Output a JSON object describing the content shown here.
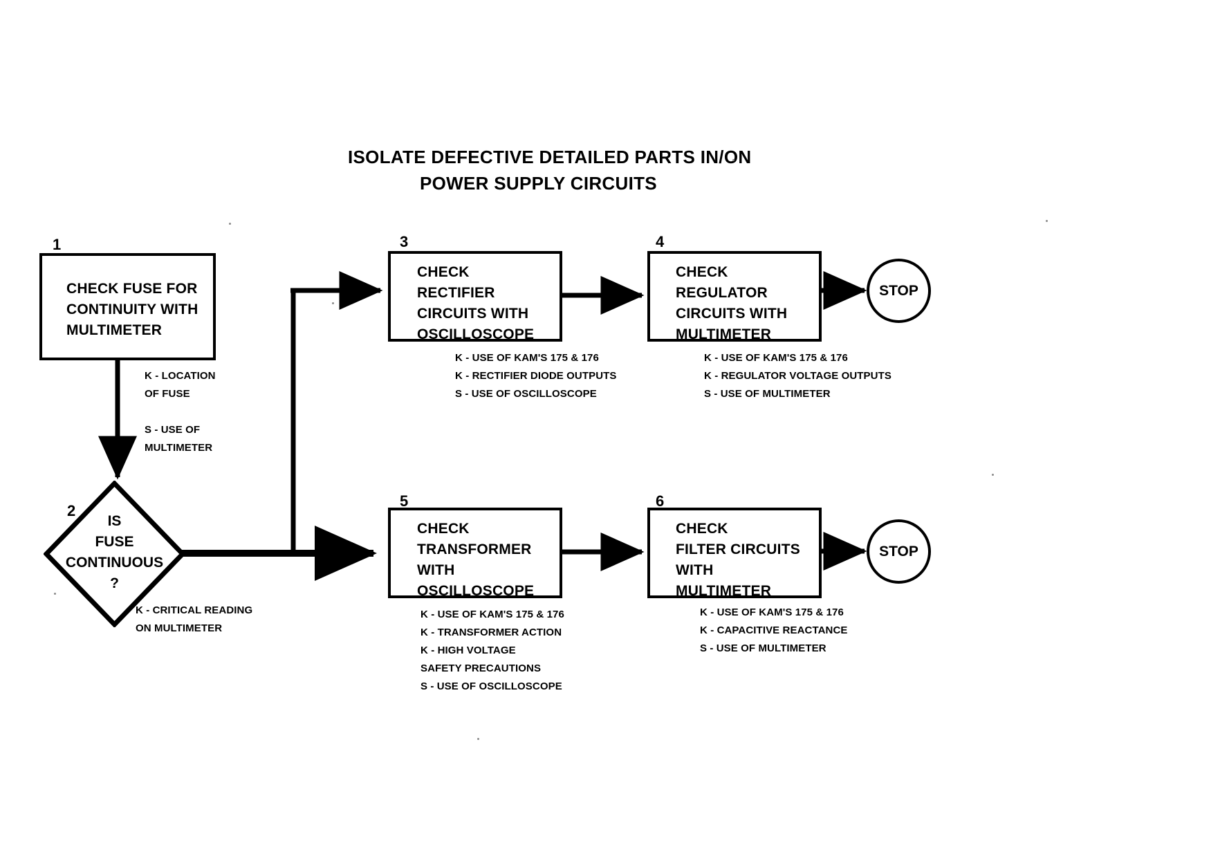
{
  "title": {
    "line1": "ISOLATE DEFECTIVE DETAILED PARTS IN/ON",
    "line2": "POWER SUPPLY CIRCUITS"
  },
  "nodes": [
    {
      "num": "1",
      "shape": "process",
      "text": "CHECK FUSE FOR\nCONTINUITY WITH\nMULTIMETER",
      "annotations": "K - LOCATION\n      OF FUSE\n\nS - USE OF\n      MULTIMETER"
    },
    {
      "num": "2",
      "shape": "decision",
      "text": "IS\nFUSE\nCONTINUOUS\n?",
      "annotations": "K - CRITICAL READING\n     ON MULTIMETER"
    },
    {
      "num": "3",
      "shape": "process",
      "text": "CHECK\nRECTIFIER\nCIRCUITS WITH\nOSCILLOSCOPE",
      "annotations": "K - USE OF KAM'S 175 & 176\nK - RECTIFIER DIODE OUTPUTS\nS - USE OF OSCILLOSCOPE"
    },
    {
      "num": "4",
      "shape": "process",
      "text": "CHECK\nREGULATOR\nCIRCUITS WITH\nMULTIMETER",
      "annotations": "K - USE OF KAM'S 175 & 176\nK - REGULATOR VOLTAGE OUTPUTS\nS - USE OF MULTIMETER"
    },
    {
      "num": "5",
      "shape": "process",
      "text": "CHECK\nTRANSFORMER\nWITH\nOSCILLOSCOPE",
      "annotations": "K - USE OF KAM'S 175 & 176\nK - TRANSFORMER ACTION\nK - HIGH VOLTAGE\n       SAFETY PRECAUTIONS\nS - USE OF OSCILLOSCOPE"
    },
    {
      "num": "6",
      "shape": "process",
      "text": "CHECK\nFILTER CIRCUITS\nWITH\nMULTIMETER",
      "annotations": "K - USE OF KAM'S 175 & 176\nK - CAPACITIVE REACTANCE\nS - USE OF MULTIMETER"
    }
  ],
  "terminators": [
    {
      "label": "STOP"
    },
    {
      "label": "STOP"
    }
  ],
  "colors": {
    "stroke": "#000000",
    "background": "#ffffff"
  }
}
